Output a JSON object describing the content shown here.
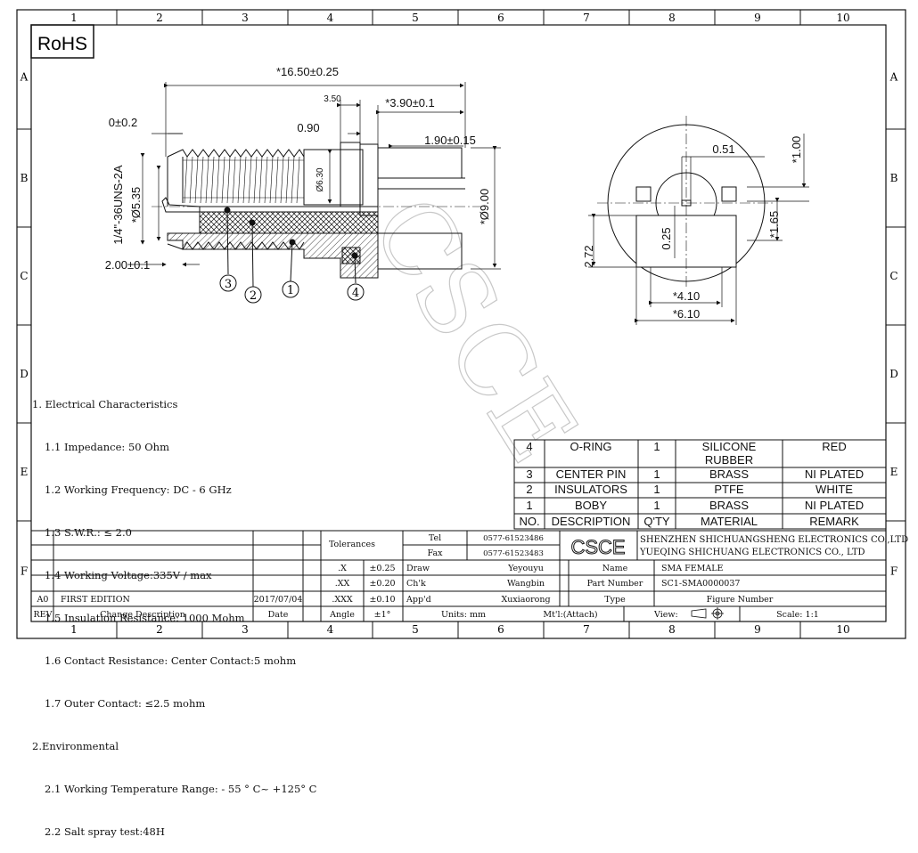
{
  "frame": {
    "cols": [
      "1",
      "2",
      "3",
      "4",
      "5",
      "6",
      "7",
      "8",
      "9",
      "10"
    ],
    "rows": [
      "A",
      "B",
      "C",
      "D",
      "E",
      "F"
    ]
  },
  "rohs": "RoHS",
  "watermark": "CSCE",
  "dims": {
    "overall_length": "*16.50±0.25",
    "d350": "3.50",
    "d390": "*3.90±0.1",
    "d02": "0±0.2",
    "d090": "0.90",
    "d190": "1.90±0.15",
    "thread": "1/4\"-36UNS-2A",
    "d535": "*Ø5.35",
    "d630": "Ø6.30",
    "d900": "*Ø9.00",
    "d200": "2.00±0.1",
    "d051": "0.51",
    "d100": "*1.00",
    "d025": "0.25",
    "d272": "2.72",
    "d165": "*1.65",
    "d410": "*4.10",
    "d610": "*6.10"
  },
  "balloons": [
    "3",
    "2",
    "1",
    "4"
  ],
  "notes": [
    "1. Electrical Characteristics",
    "1.1 Impedance: 50 Ohm",
    "1.2 Working Frequency: DC - 6 GHz",
    "1.3 S.W.R.: ≤ 2.0",
    "1.4 Working Voltage:335V / max",
    "1.5 Insulation Resistance: 1000 Mohm",
    "1.6 Contact Resistance: Center Contact:5 mohm",
    "1.7 Outer Contact: ≤2.5 mohm",
    "2.Environmental",
    "2.1 Working Temperature Range: - 55 ° C~ +125° C",
    "2.2 Salt spray test:48H"
  ],
  "bom": {
    "headers": [
      "NO.",
      "DESCRIPTION",
      "Q'TY",
      "MATERIAL",
      "REMARK"
    ],
    "rows": [
      [
        "4",
        "O-RING",
        "1",
        "SILICONE RUBBER",
        "RED"
      ],
      [
        "3",
        "CENTER PIN",
        "1",
        "BRASS",
        "NI PLATED"
      ],
      [
        "2",
        "INSULATORS",
        "1",
        "PTFE",
        "WHITE"
      ],
      [
        "1",
        "BOBY",
        "1",
        "BRASS",
        "NI PLATED"
      ]
    ]
  },
  "title_block": {
    "tolerances": "Tolerances",
    "tol": [
      [
        ".X",
        "±0.25"
      ],
      [
        ".XX",
        "±0.20"
      ],
      [
        ".XXX",
        "±0.10"
      ],
      [
        "Angle",
        "±1°"
      ]
    ],
    "tel_label": "Tel",
    "tel": "0577-61523486",
    "fax_label": "Fax",
    "fax": "0577-61523483",
    "logo": "CSCE",
    "company1": "SHENZHEN SHICHUANGSHENG ELECTRONICS CO.,LTD",
    "company2": "YUEQING SHICHUANG ELECTRONICS CO., LTD",
    "draw_label": "Draw",
    "draw": "Yeyouyu",
    "chk_label": "Ch'k",
    "chk": "Wangbin",
    "appd_label": "App'd",
    "appd": "Xuxiaorong",
    "units": "Units: mm",
    "mtl": "Mt'l:(Attach)",
    "name_label": "Name",
    "name": "SMA FEMALE",
    "pn_label": "Part Number",
    "pn": "SC1-SMA0000037",
    "type_label": "Type",
    "figure_label": "Figure Number",
    "view_label": "View:",
    "scale": "Scale: 1:1",
    "rev_label": "REV",
    "change_label": "Change Description",
    "date_label": "Date",
    "rev": "A0",
    "change": "FIRST EDITION",
    "date": "2017/07/04"
  }
}
